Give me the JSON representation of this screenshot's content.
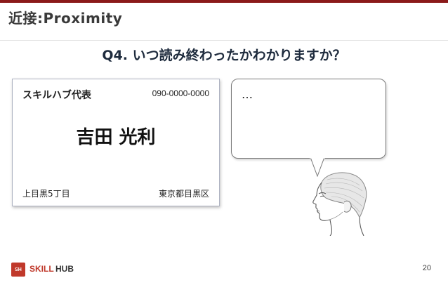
{
  "slide": {
    "title": "近接:Proximity",
    "question": "Q4. いつ読み終わったかわかりますか？",
    "page_number": "20"
  },
  "business_card": {
    "company": "スキルハブ代表",
    "phone": "090-0000-0000",
    "name": "吉田 光利",
    "address": "上目黒5丁目",
    "city": "東京都目黒区"
  },
  "speech_bubble": {
    "text": "…"
  },
  "footer": {
    "logo_letters": "SH",
    "brand_part1": "SKILL",
    "brand_part2": "HUB"
  },
  "colors": {
    "accent": "#8b1a1a",
    "brand_red": "#c0392b",
    "title_text": "#3a3a3a",
    "question_text": "#1e2b3d"
  },
  "icons": [
    "head-profile-icon",
    "skillhub-logo-icon"
  ]
}
